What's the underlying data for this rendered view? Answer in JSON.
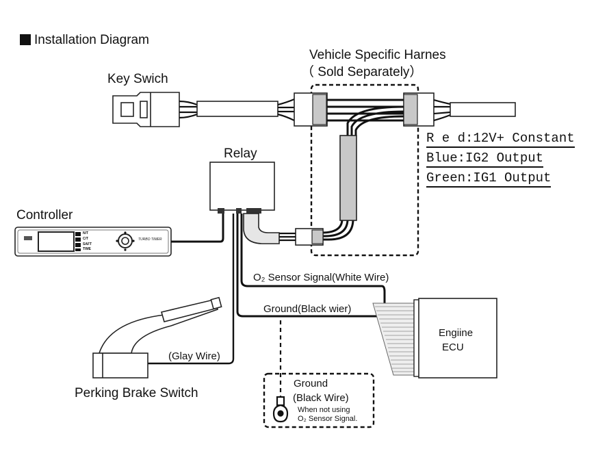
{
  "diagram": {
    "title": "Installation Diagram",
    "harness_title": "Vehicle Specific Harnes",
    "harness_note": "（ Sold Separately）",
    "key_switch": "Key Swich",
    "relay": "Relay",
    "controller": "Controller",
    "wire_colors": [
      "R e d:12V+ Constant",
      "Blue:IG2 Output",
      "Green:IG1 Output"
    ],
    "o2_signal": "O₂ Sensor Signal(White Wire)",
    "ground_black": "Ground(Black wier)",
    "ecu_line1": "Engiine",
    "ecu_line2": "ECU",
    "glay_wire": "(Glay Wire)",
    "perking_brake": "Perking Brake Switch",
    "ground_box": {
      "line1": "Ground",
      "line2": "(Black Wire)",
      "note1": "When not using",
      "note2": "O₂ Sensor Signal."
    },
    "controller_face": {
      "labels": [
        "N/T",
        "C/T",
        "SAFT",
        "TIME"
      ],
      "brand": "TURBO TIMER"
    }
  }
}
